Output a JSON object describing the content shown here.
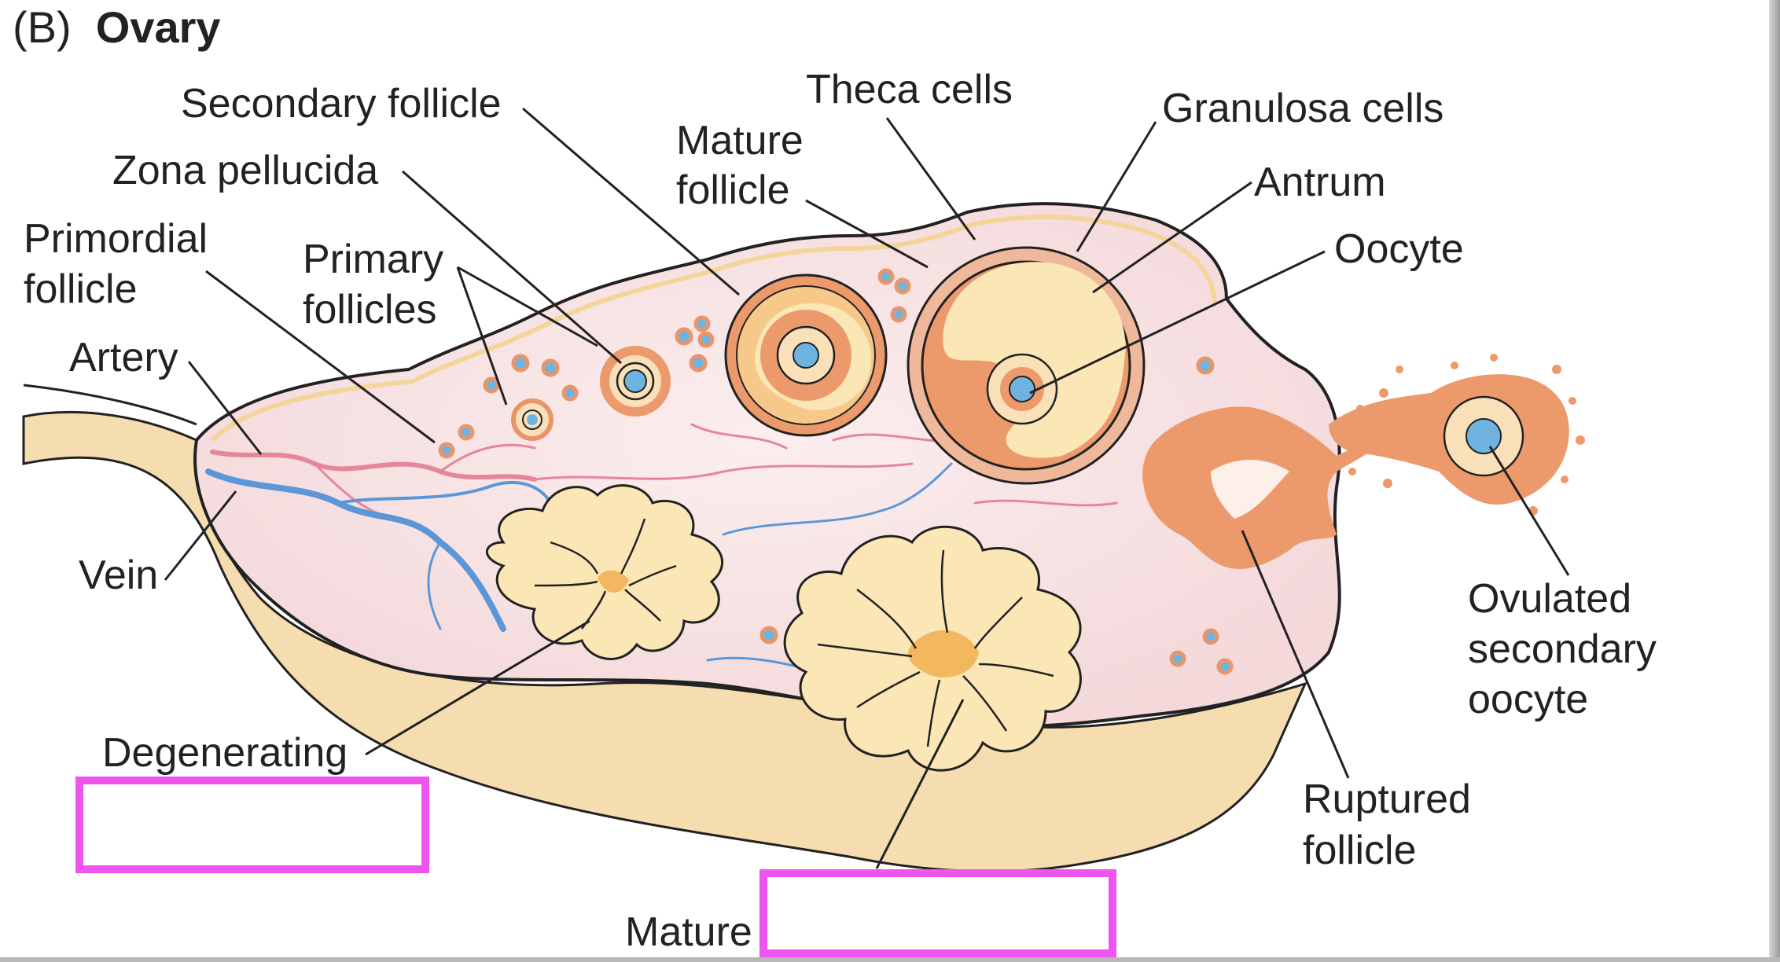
{
  "figure": {
    "panel_letter": "(B)",
    "title": "Ovary"
  },
  "labels": {
    "secondary_follicle": "Secondary follicle",
    "zona_pellucida": "Zona pellucida",
    "primordial_follicle": [
      "Primordial",
      "follicle"
    ],
    "primary_follicles": [
      "Primary",
      "follicles"
    ],
    "artery": "Artery",
    "vein": "Vein",
    "degenerating": "Degenerating",
    "mature_bottom": "Mature",
    "mature_follicle": [
      "Mature",
      "follicle"
    ],
    "theca_cells": "Theca cells",
    "granulosa_cells": "Granulosa cells",
    "antrum": "Antrum",
    "oocyte": "Oocyte",
    "ovulated_secondary_oocyte": [
      "Ovulated",
      "secondary",
      "oocyte"
    ],
    "ruptured_follicle": [
      "Ruptured",
      "follicle"
    ]
  },
  "answer_boxes": [
    {
      "name": "answer-box-degenerating",
      "value": ""
    },
    {
      "name": "answer-box-mature",
      "value": ""
    }
  ],
  "colors": {
    "ovary_fill": "#f7e3e3",
    "stroma_tan": "#f6ddb0",
    "outline": "#222222",
    "follicle_orange": "#ec9a6c",
    "follicle_light": "#f9e0b8",
    "oocyte_blue": "#6fb4e0",
    "artery": "#e6869a",
    "vein": "#5b97d8",
    "corpus_fill": "#fbe6b6",
    "corpus_core": "#f3b760",
    "answer_box_border": "#ee55ee"
  }
}
